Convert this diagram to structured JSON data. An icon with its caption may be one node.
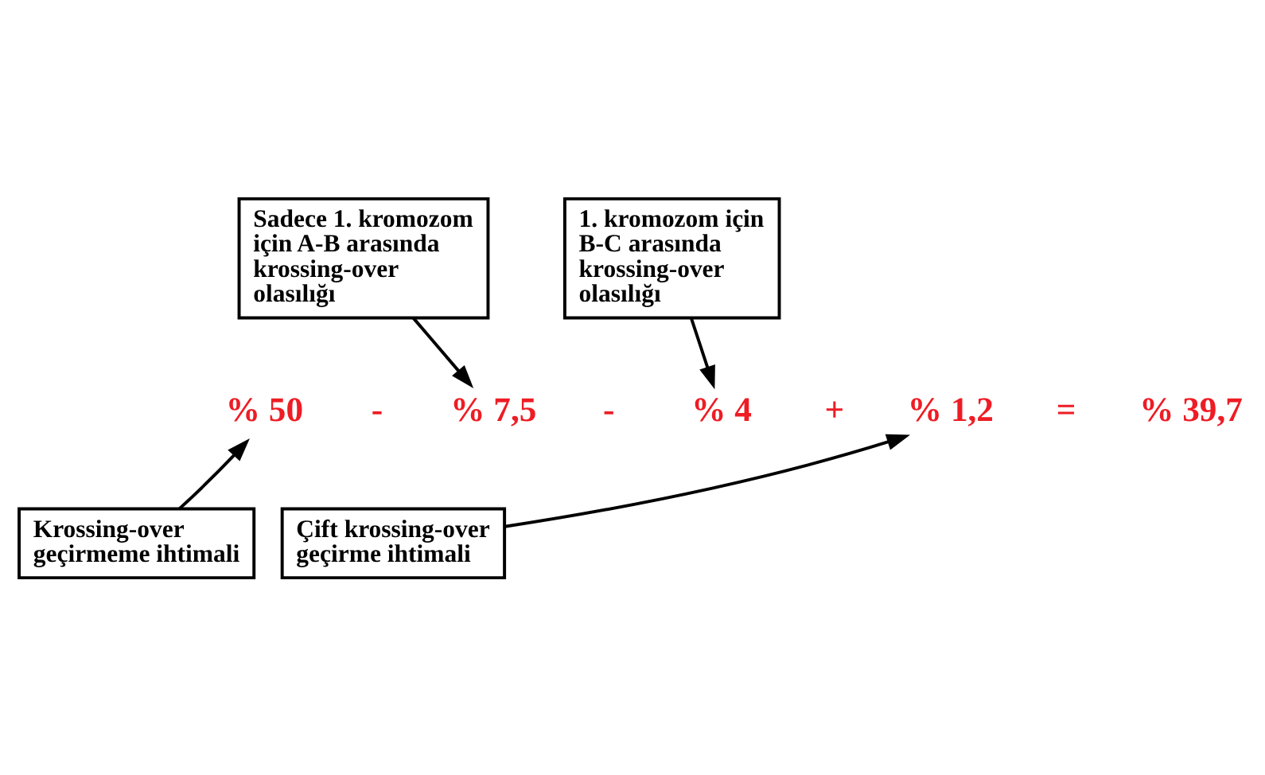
{
  "diagram": {
    "nodes": [
      {
        "text": [
          "Sadece 1. kromozom için A-B arasında krossing-over olasılığı"
        ]
      },
      {
        "text": [
          "1. kromozom için B-C arasında krossing-over olasılığı"
        ]
      },
      {
        "text": [
          "% 50"
        ]
      },
      {
        "text": [
          "% 7,5"
        ]
      },
      {
        "text": [
          "% 4"
        ]
      },
      {
        "text": [
          "% 1,2"
        ]
      },
      {
        "text": [
          "Krossing-over geçirmeme ihtimali"
        ]
      },
      {
        "text": [
          "Çift krossing-over geçirme ihtimali"
        ]
      }
    ],
    "edges": [
      {
        "from": 0,
        "to": 3,
        "arrow": "to"
      },
      {
        "from": 1,
        "to": 4,
        "arrow": "to"
      },
      {
        "from": 6,
        "to": 2,
        "arrow": "to"
      },
      {
        "from": 7,
        "to": 5,
        "arrow": "to"
      }
    ],
    "labels": [
      "-",
      "-",
      "+",
      "=",
      "% 39,7"
    ]
  }
}
